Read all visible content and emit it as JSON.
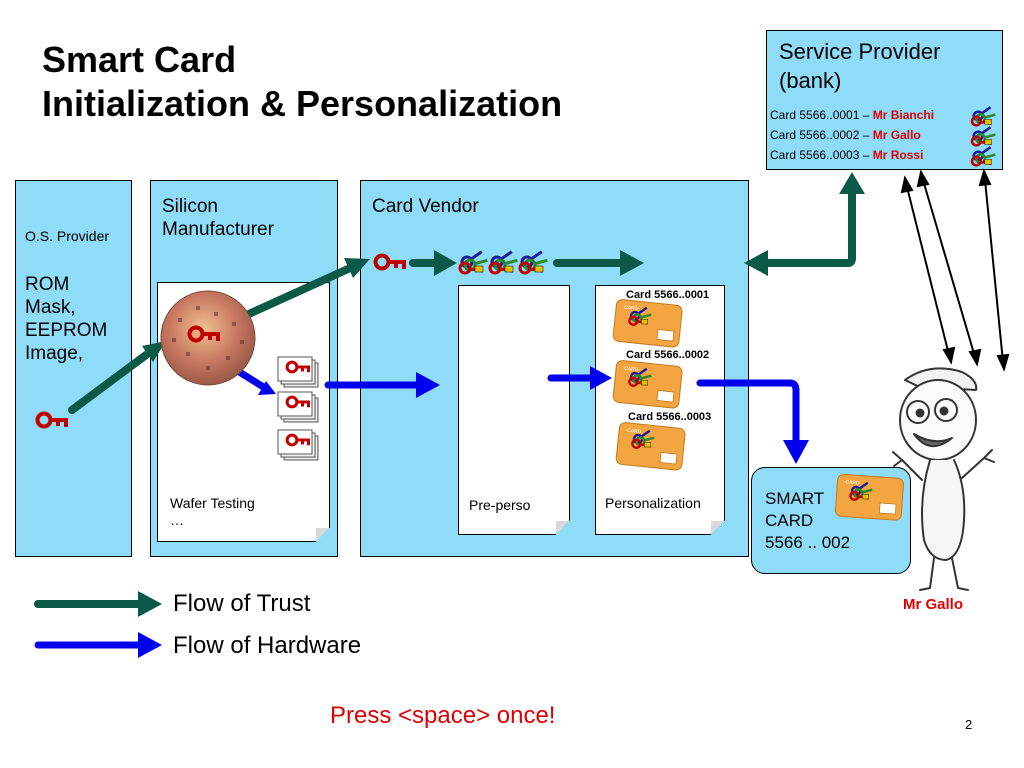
{
  "slide": {
    "title_line1": "Smart Card",
    "title_line2": "Initialization & Personalization",
    "press_hint": "Press <space> once!",
    "slide_number": "2"
  },
  "os_provider": {
    "label": "O.S. Provider",
    "content": [
      "ROM",
      "Mask,",
      "EEPROM",
      "Image,"
    ]
  },
  "silicon": {
    "label_line1": "Silicon",
    "label_line2": "Manufacturer",
    "doc_label_line1": "Wafer Testing",
    "doc_label_line2": "…"
  },
  "card_vendor": {
    "label": "Card Vendor",
    "preperso_label": "Pre-perso",
    "perso_label": "Personalization",
    "cards": [
      "Card 5566..0001",
      "Card 5566..0002",
      "Card 5566..0003"
    ]
  },
  "service_provider": {
    "label_line1": "Service Provider",
    "label_line2": "(bank)",
    "entries": [
      {
        "card": "Card 5566..0001 – ",
        "owner": "Mr Bianchi"
      },
      {
        "card": "Card 5566..0002 – ",
        "owner": "Mr Gallo"
      },
      {
        "card": "Card 5566..0003 – ",
        "owner": "Mr Rossi"
      }
    ]
  },
  "smart_card": {
    "line1": "SMART",
    "line2": "CARD",
    "line3": "5566 .. 002"
  },
  "person": {
    "caption": "Mr Gallo"
  },
  "legend": {
    "trust": "Flow of Trust",
    "hardware": "Flow of Hardware"
  },
  "colors": {
    "panel": "#8edcf8",
    "trust_arrow": "#0b5a47",
    "hardware_arrow": "#0000ee",
    "key": "#c00000",
    "card": "#f2a540",
    "highlight": "#e00000"
  }
}
